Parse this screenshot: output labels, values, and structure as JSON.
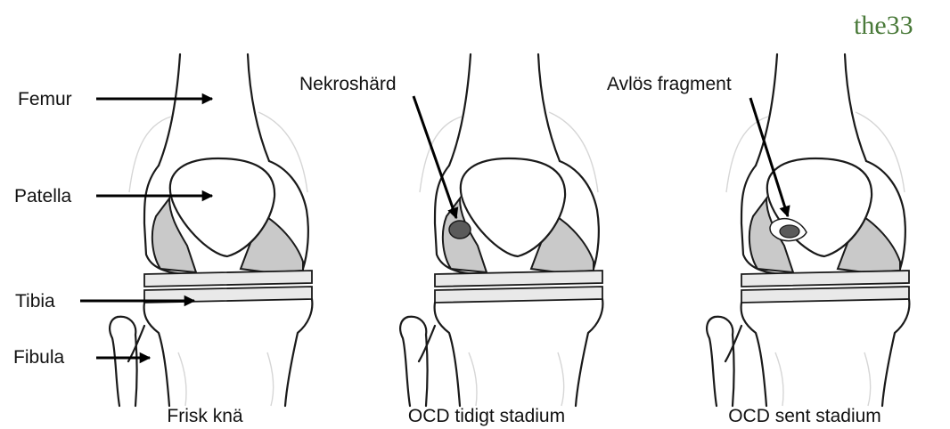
{
  "brand": {
    "text": "the33",
    "color": "#4a7a3a"
  },
  "anatomy_labels": {
    "femur": "Femur",
    "patella": "Patella",
    "tibia": "Tibia",
    "fibula": "Fibula"
  },
  "lesion_labels": {
    "necrosis": "Nekroshärd",
    "fragment": "Avlös fragment"
  },
  "captions": {
    "healthy": "Frisk knä",
    "early": "OCD tidigt stadium",
    "late": "OCD sent stadium"
  },
  "colors": {
    "cartilage": "#c9c9c9",
    "lesion": "#5a5a5a",
    "outline": "#1a1a1a"
  }
}
